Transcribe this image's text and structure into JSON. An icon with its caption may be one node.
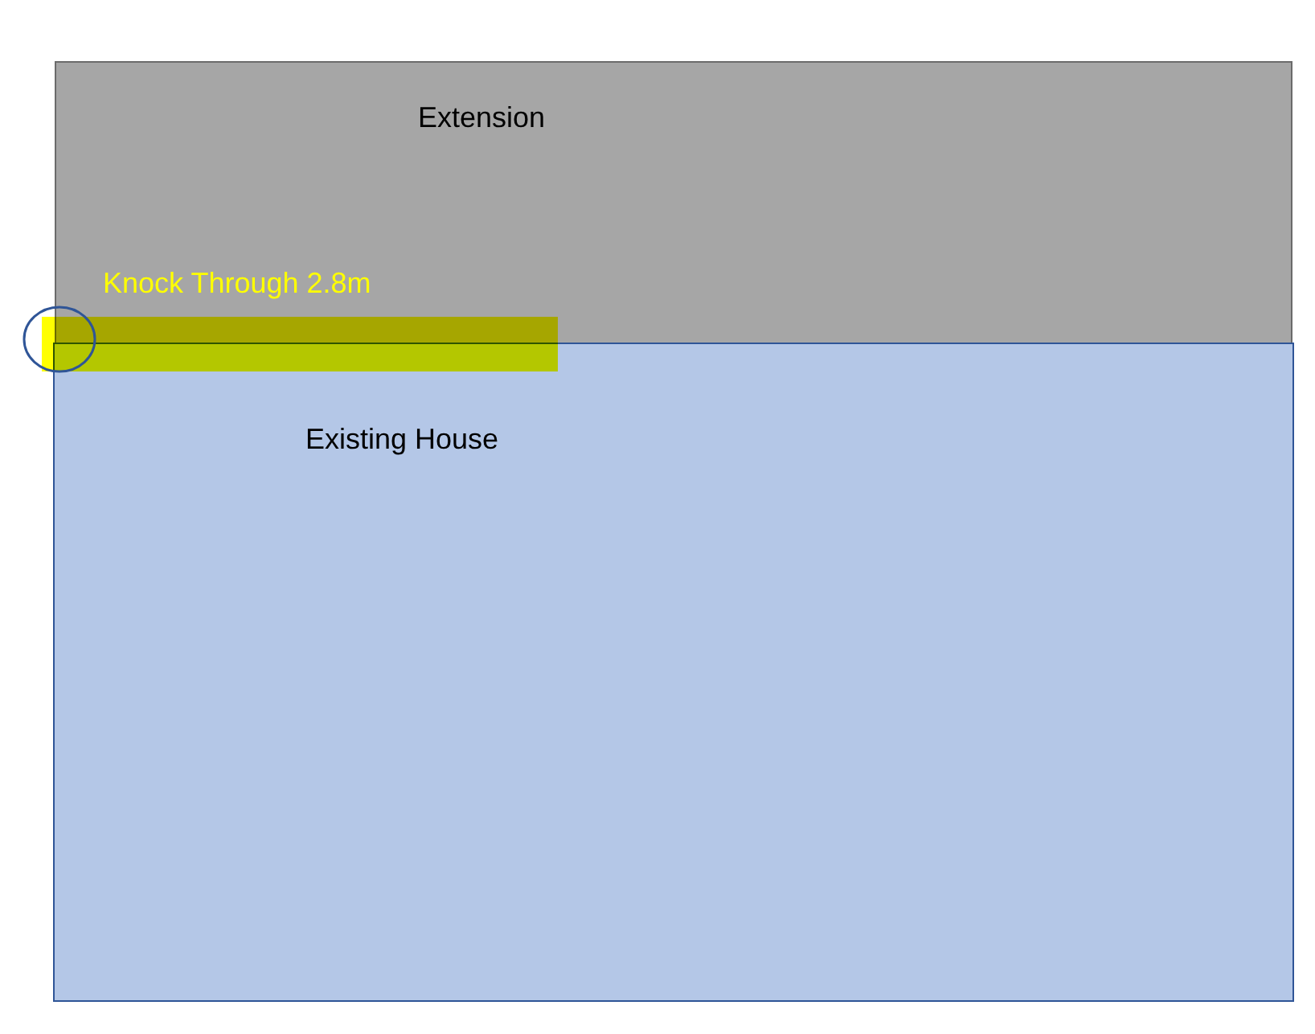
{
  "diagram": {
    "nodes": [
      {
        "text": [
          "Extension"
        ]
      },
      {
        "text": [],
        "shape": "bar"
      },
      {
        "text": [],
        "shape": "circle"
      },
      {
        "text": [
          "Existing House"
        ]
      }
    ],
    "labels": [
      "Knock Through 2.8m"
    ]
  }
}
